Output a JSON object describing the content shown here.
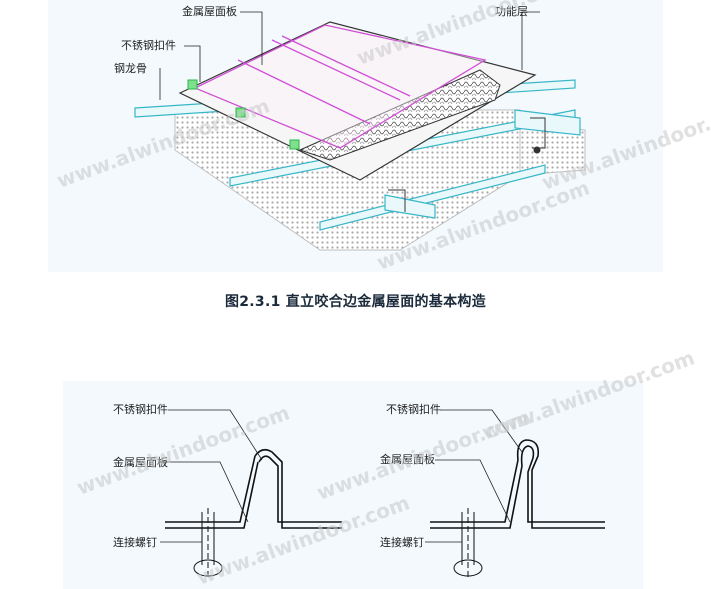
{
  "figure_top": {
    "labels": {
      "metal_panel": "金属屋面板",
      "functional_layer": "功能层",
      "clip": "不锈钢扣件",
      "steel_keel": "钢龙骨"
    },
    "watermark": "www.alwindoor.com"
  },
  "caption": "图2.3.1 直立咬合边金属屋面的基本构造",
  "figure_bottom": {
    "left": {
      "clip": "不锈钢扣件",
      "metal_panel": "金属屋面板",
      "screw": "连接螺钉"
    },
    "right": {
      "clip": "不锈钢扣件",
      "metal_panel": "金属屋面板",
      "screw": "连接螺钉"
    },
    "watermark": "www.alwindoor.com"
  },
  "colors": {
    "panel_bg": "#f3f9fd",
    "magenta": "#d14fd6",
    "cyan": "#37b6c8",
    "blue": "#4b57c9",
    "green": "#2bb54a"
  }
}
